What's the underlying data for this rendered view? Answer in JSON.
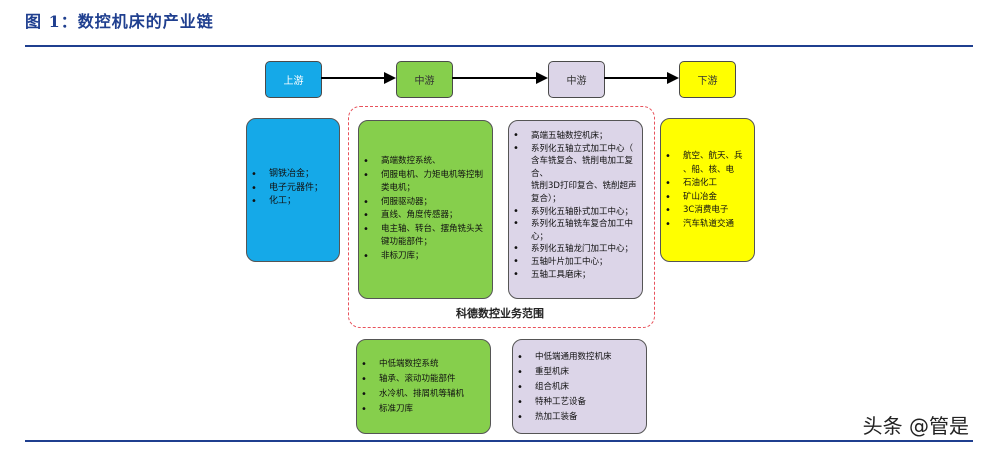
{
  "header": {
    "title": "图 1：数控机床的产业链"
  },
  "stages": [
    {
      "label": "上游",
      "color": "#15a9e8"
    },
    {
      "label": "中游",
      "color": "#86cf4c"
    },
    {
      "label": "中游",
      "color": "#dcd5e8"
    },
    {
      "label": "下游",
      "color": "#ffff00"
    }
  ],
  "upstream": {
    "items": [
      "钢铁冶金；",
      "电子元器件；",
      "化工；"
    ]
  },
  "midstream_components": {
    "items": [
      {
        "text": "高端数控系统、",
        "bullet": true
      },
      {
        "text": "伺服电机、力矩电机等控制",
        "bullet": true
      },
      {
        "text": "类电机；",
        "bullet": false
      },
      {
        "text": "伺服驱动器；",
        "bullet": true
      },
      {
        "text": "直线、角度传感器；",
        "bullet": true
      },
      {
        "text": "电主轴、转台、摆角铣头关",
        "bullet": true
      },
      {
        "text": "键功能部件；",
        "bullet": false
      },
      {
        "text": "非标刀库；",
        "bullet": true
      }
    ]
  },
  "midstream_machines": {
    "items": [
      {
        "text": "高端五轴数控机床；",
        "bullet": true
      },
      {
        "text": "系列化五轴立式加工中心（",
        "bullet": true
      },
      {
        "text": "含车铣复合、铣削电加工复",
        "bullet": false
      },
      {
        "text": "合、",
        "bullet": false
      },
      {
        "text": "铣削3D打印复合、铣削超声",
        "bullet": false
      },
      {
        "text": "复合）；",
        "bullet": false
      },
      {
        "text": "系列化五轴卧式加工中心；",
        "bullet": true
      },
      {
        "text": "系列化五轴铣车复合加工中",
        "bullet": true
      },
      {
        "text": "心；",
        "bullet": false
      },
      {
        "text": "系列化五轴龙门加工中心；",
        "bullet": true
      },
      {
        "text": "五轴叶片加工中心；",
        "bullet": true
      },
      {
        "text": "五轴工具磨床；",
        "bullet": true
      }
    ]
  },
  "downstream": {
    "items": [
      {
        "text": "航空、航天、兵",
        "bullet": true
      },
      {
        "text": "、船、核、电",
        "bullet": false
      },
      {
        "text": "石油化工",
        "bullet": true
      },
      {
        "text": "矿山冶金",
        "bullet": true
      },
      {
        "text": "3C消费电子",
        "bullet": true
      },
      {
        "text": "汽车轨道交通",
        "bullet": true
      }
    ]
  },
  "scope_label": "科德数控业务范围",
  "lowend_components": {
    "items": [
      "中低端数控系统",
      "轴承、滚动功能部件",
      "水冷机、排屑机等辅机",
      "标准刀库"
    ]
  },
  "lowend_machines": {
    "items": [
      "中低端通用数控机床",
      "重型机床",
      "组合机床",
      "特种工艺设备",
      "热加工装备"
    ]
  },
  "watermark": "头条 @管是"
}
